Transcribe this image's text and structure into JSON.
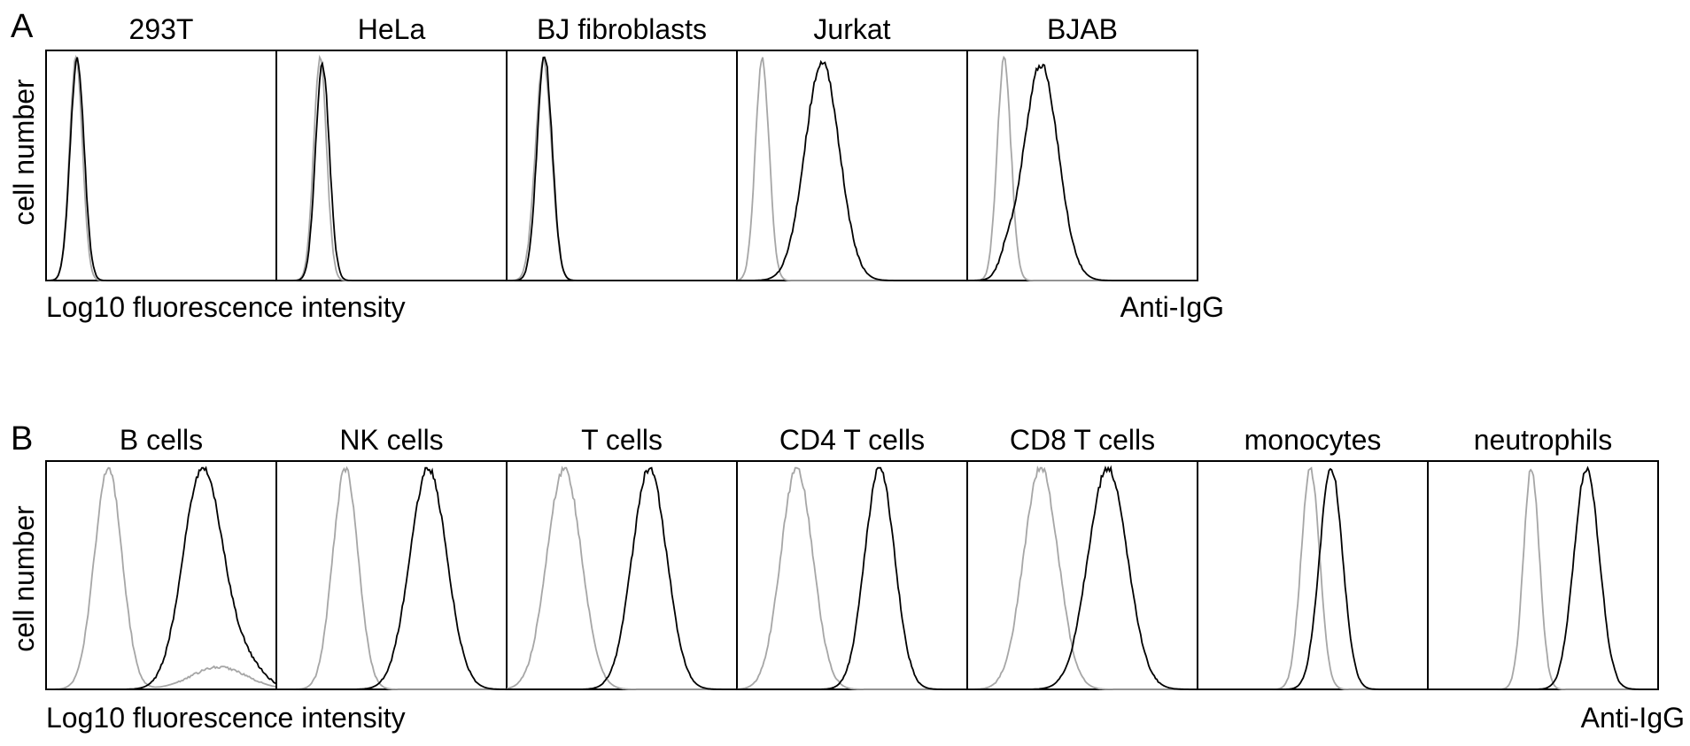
{
  "figure": {
    "ylabel": "cell number",
    "xlabel": "Log10 fluorescence intensity",
    "reagent": "Anti-IgG",
    "colors": {
      "isotype_control": "#a6a6a6",
      "anti_igg": "#000000",
      "frame": "#000000"
    }
  },
  "chart_data": [
    {
      "type": "area",
      "panel_label": "A",
      "ylabel": "cell number",
      "xlabel": "Log10 fluorescence intensity",
      "reagent": "Anti-IgG",
      "x_scale": "log",
      "grid": false,
      "series_styles": [
        {
          "role": "control",
          "color": "#a6a6a6"
        },
        {
          "role": "stained",
          "color": "#000000"
        }
      ],
      "panels": [
        {
          "title": "293T",
          "control": {
            "peak": 0.13,
            "width": 0.028,
            "height": 1.0
          },
          "stained": [
            {
              "peak": 0.135,
              "width": 0.03,
              "height": 1.0
            }
          ]
        },
        {
          "title": "HeLa",
          "control": {
            "peak": 0.19,
            "width": 0.028,
            "height": 1.0
          },
          "stained": [
            {
              "peak": 0.2,
              "width": 0.03,
              "height": 0.97
            }
          ]
        },
        {
          "title": "BJ fibroblasts",
          "control": {
            "peak": 0.16,
            "width": 0.035,
            "height": 0.99
          },
          "stained": [
            {
              "peak": 0.165,
              "width": 0.033,
              "height": 1.0
            }
          ]
        },
        {
          "title": "Jurkat",
          "control": {
            "peak": 0.11,
            "width": 0.03,
            "height": 0.99
          },
          "stained": [
            {
              "peak": 0.37,
              "width": 0.075,
              "height": 0.98
            }
          ]
        },
        {
          "title": "BJAB",
          "control": {
            "peak": 0.16,
            "width": 0.03,
            "height": 0.99
          },
          "stained": [
            {
              "peak": 0.32,
              "width": 0.075,
              "height": 0.97
            },
            {
              "peak": 0.17,
              "width": 0.03,
              "height": 0.07
            }
          ]
        }
      ]
    },
    {
      "type": "area",
      "panel_label": "B",
      "ylabel": "cell number",
      "xlabel": "Log10 fluorescence intensity",
      "reagent": "Anti-IgG",
      "x_scale": "log",
      "grid": false,
      "series_styles": [
        {
          "role": "control",
          "color": "#a6a6a6"
        },
        {
          "role": "stained",
          "color": "#000000"
        }
      ],
      "panels": [
        {
          "title": "B cells",
          "control": {
            "peak": 0.27,
            "width": 0.06,
            "height": 1.0
          },
          "control_tail": {
            "peak": 0.75,
            "width": 0.12,
            "height": 0.1
          },
          "stained": [
            {
              "peak": 0.68,
              "width": 0.085,
              "height": 1.0
            },
            {
              "peak": 0.86,
              "width": 0.08,
              "height": 0.12
            }
          ]
        },
        {
          "title": "NK cells",
          "control": {
            "peak": 0.3,
            "width": 0.055,
            "height": 1.0
          },
          "stained": [
            {
              "peak": 0.66,
              "width": 0.08,
              "height": 1.0
            }
          ]
        },
        {
          "title": "T cells",
          "control": {
            "peak": 0.25,
            "width": 0.075,
            "height": 1.0
          },
          "stained": [
            {
              "peak": 0.62,
              "width": 0.075,
              "height": 1.0
            }
          ]
        },
        {
          "title": "CD4 T cells",
          "control": {
            "peak": 0.26,
            "width": 0.07,
            "height": 1.0
          },
          "stained": [
            {
              "peak": 0.62,
              "width": 0.065,
              "height": 1.0
            }
          ]
        },
        {
          "title": "CD8 T cells",
          "control": {
            "peak": 0.32,
            "width": 0.075,
            "height": 1.0
          },
          "stained": [
            {
              "peak": 0.61,
              "width": 0.085,
              "height": 1.0
            }
          ]
        },
        {
          "title": "monocytes",
          "control": {
            "peak": 0.49,
            "width": 0.04,
            "height": 1.0
          },
          "stained": [
            {
              "peak": 0.58,
              "width": 0.05,
              "height": 1.0
            }
          ]
        },
        {
          "title": "neutrophils",
          "control": {
            "peak": 0.45,
            "width": 0.035,
            "height": 1.0
          },
          "stained": [
            {
              "peak": 0.69,
              "width": 0.055,
              "height": 1.0
            }
          ]
        }
      ]
    }
  ]
}
